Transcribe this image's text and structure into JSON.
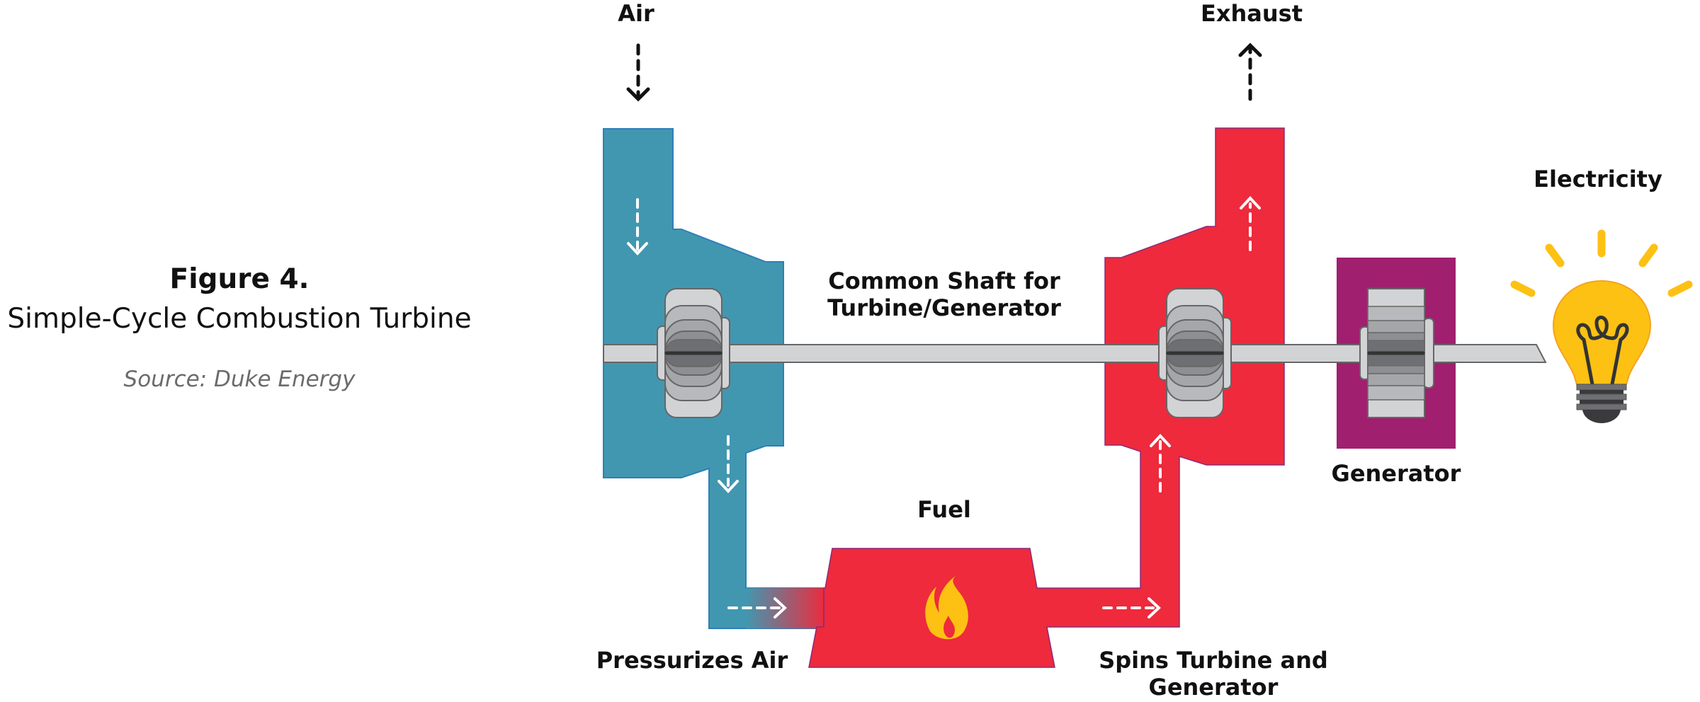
{
  "figure": {
    "title": "Figure 4.",
    "subtitle": "Simple-Cycle Combustion Turbine",
    "source": "Source: Duke Energy"
  },
  "labels": {
    "air": "Air",
    "exhaust": "Exhaust",
    "shaft_line1": "Common Shaft for",
    "shaft_line2": "Turbine/Generator",
    "fuel": "Fuel",
    "electricity": "Electricity",
    "generator": "Generator",
    "compressor": "Pressurizes Air",
    "turbine_line1": "Spins Turbine and",
    "turbine_line2": "Generator"
  },
  "colors": {
    "compressor": "#4197B0",
    "hot_gas": "#EE2A3C",
    "generator": "#A01F6F",
    "shaft": "#D2D3D5",
    "flame": "#FDC113",
    "bulb": "#FDC113",
    "arrow_dark": "#111111",
    "arrow_light": "#FFFFFF"
  },
  "icons": {
    "flame": "flame-icon",
    "bulb": "lightbulb-icon"
  }
}
